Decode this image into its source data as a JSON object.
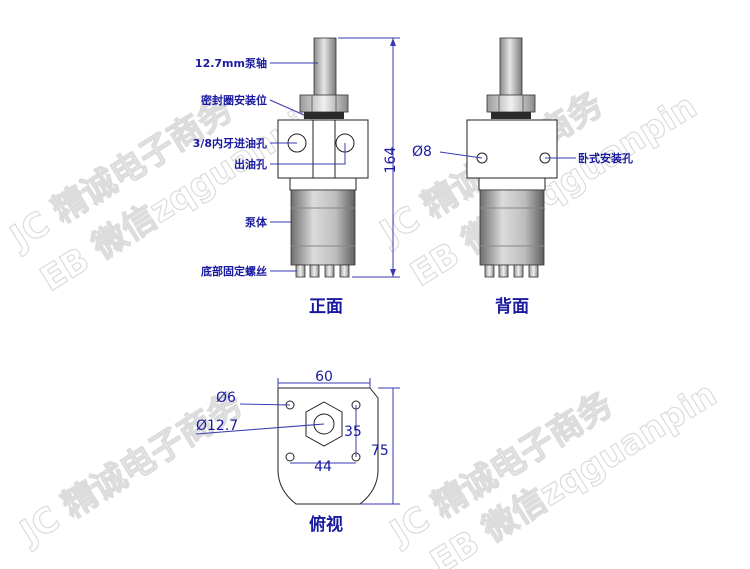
{
  "front_callouts": [
    {
      "id": "shaft",
      "text": "12.7mm泵轴"
    },
    {
      "id": "seal",
      "text": "密封圈安装位"
    },
    {
      "id": "inlet",
      "text": "3/8内牙进油孔"
    },
    {
      "id": "outlet",
      "text": "出油孔"
    },
    {
      "id": "body",
      "text": "泵体"
    },
    {
      "id": "screw",
      "text": "底部固定螺丝"
    }
  ],
  "front_height_dim": "164",
  "front_caption": "正面",
  "back_hole_dim": "Ø8",
  "back_callout": "卧式安装孔",
  "back_caption": "背面",
  "top_dims": {
    "width": "60",
    "hole_dia": "Ø6",
    "bore_dia": "Ø12.7",
    "hole_pitch_v": "35",
    "hole_pitch_h": "44",
    "depth": "75"
  },
  "top_caption": "俯视",
  "watermark": {
    "line1": "JC 精诚电子商务",
    "line2": "EB 微信zqguanpin"
  },
  "colors": {
    "callout": "#1a1aa0",
    "line": "#222222",
    "metal": "#d0d0d0"
  }
}
